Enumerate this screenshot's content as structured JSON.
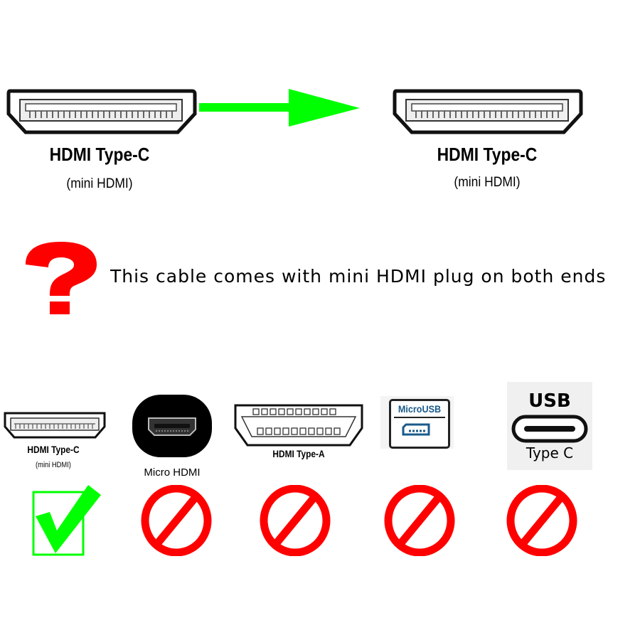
{
  "top": {
    "left_connector": {
      "title": "HDMI Type-C",
      "subtitle": "(mini HDMI)"
    },
    "right_connector": {
      "title": "HDMI Type-C",
      "subtitle": "(mini HDMI)"
    },
    "arrow_color": "#00ff00"
  },
  "notice": {
    "icon": "question-mark-icon",
    "text": "This cable comes with mini HDMI plug on both ends",
    "icon_color": "#ff0000"
  },
  "compatibility": [
    {
      "title": "HDMI Type-C",
      "subtitle": "(mini HDMI)",
      "status": "compatible"
    },
    {
      "title": "Micro HDMI",
      "status": "incompatible"
    },
    {
      "title": "HDMI Type-A",
      "status": "incompatible"
    },
    {
      "title": "MicroUSB",
      "status": "incompatible"
    },
    {
      "title": "USB",
      "subtitle": "Type C",
      "status": "incompatible"
    }
  ],
  "colors": {
    "ok": "#00ff00",
    "no": "#ff0000",
    "usb_blue": "#1a5a8a"
  }
}
